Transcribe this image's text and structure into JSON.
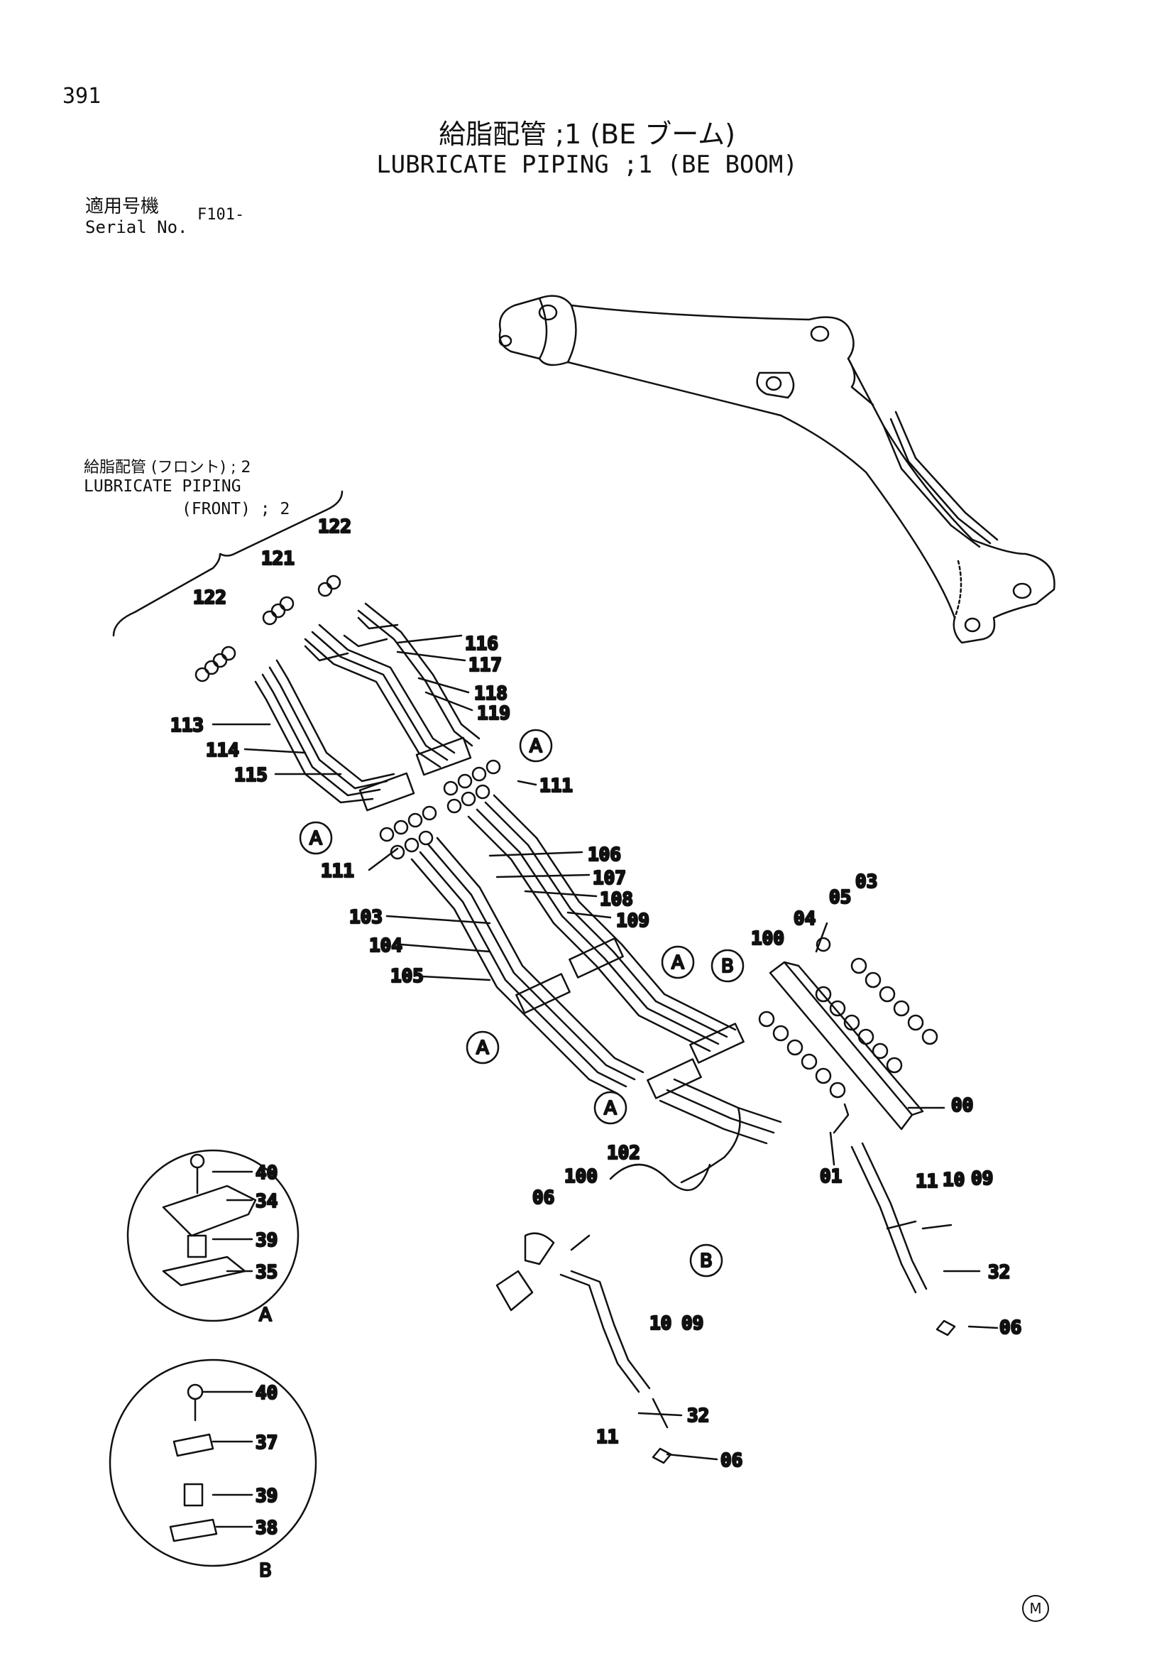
{
  "page": {
    "number": "391",
    "title_jp": "給脂配管 ;1 (BE ブーム)",
    "title_en": "LUBRICATE PIPING ;1 (BE BOOM)",
    "serial_label_jp": "適用号機",
    "serial_label_en": "Serial No.",
    "serial_value": "F101-",
    "front_ref_jp": "給脂配管 (フロント) ; 2",
    "front_ref_en_line1": "LUBRICATE PIPING",
    "front_ref_en_line2": "(FRONT) ; 2",
    "footer_mark": "M"
  },
  "diagram": {
    "part_labels": [
      {
        "id": "p122a",
        "text": "122"
      },
      {
        "id": "p121",
        "text": "121"
      },
      {
        "id": "p122b",
        "text": "122"
      },
      {
        "id": "p116",
        "text": "116"
      },
      {
        "id": "p117",
        "text": "117"
      },
      {
        "id": "p118",
        "text": "118"
      },
      {
        "id": "p119",
        "text": "119"
      },
      {
        "id": "p113",
        "text": "113"
      },
      {
        "id": "p114",
        "text": "114"
      },
      {
        "id": "p115",
        "text": "115"
      },
      {
        "id": "p111a",
        "text": "111"
      },
      {
        "id": "p111b",
        "text": "111"
      },
      {
        "id": "p106",
        "text": "106"
      },
      {
        "id": "p107",
        "text": "107"
      },
      {
        "id": "p108",
        "text": "108"
      },
      {
        "id": "p109",
        "text": "109"
      },
      {
        "id": "p103",
        "text": "103"
      },
      {
        "id": "p104",
        "text": "104"
      },
      {
        "id": "p105",
        "text": "105"
      },
      {
        "id": "p100a",
        "text": "100"
      },
      {
        "id": "p04",
        "text": "04"
      },
      {
        "id": "p05",
        "text": "05"
      },
      {
        "id": "p03",
        "text": "03"
      },
      {
        "id": "p00",
        "text": "00"
      },
      {
        "id": "p01",
        "text": "01"
      },
      {
        "id": "p11a",
        "text": "11"
      },
      {
        "id": "p10a",
        "text": "10"
      },
      {
        "id": "p09a",
        "text": "09"
      },
      {
        "id": "p32a",
        "text": "32"
      },
      {
        "id": "p06a",
        "text": "06"
      },
      {
        "id": "p102",
        "text": "102"
      },
      {
        "id": "p100b",
        "text": "100"
      },
      {
        "id": "p06b",
        "text": "06"
      },
      {
        "id": "p10b",
        "text": "10"
      },
      {
        "id": "p09b",
        "text": "09"
      },
      {
        "id": "p32b",
        "text": "32"
      },
      {
        "id": "p11b",
        "text": "11"
      },
      {
        "id": "p06c",
        "text": "06"
      },
      {
        "id": "p40a",
        "text": "40"
      },
      {
        "id": "p34",
        "text": "34"
      },
      {
        "id": "p39a",
        "text": "39"
      },
      {
        "id": "p35",
        "text": "35"
      },
      {
        "id": "p40b",
        "text": "40"
      },
      {
        "id": "p37",
        "text": "37"
      },
      {
        "id": "p39b",
        "text": "39"
      },
      {
        "id": "p38",
        "text": "38"
      }
    ],
    "callouts": [
      {
        "id": "cA1",
        "text": "A"
      },
      {
        "id": "cA2",
        "text": "A"
      },
      {
        "id": "cA3",
        "text": "A"
      },
      {
        "id": "cA4",
        "text": "A"
      },
      {
        "id": "cA5",
        "text": "A"
      },
      {
        "id": "cB1",
        "text": "B"
      },
      {
        "id": "cB2",
        "text": "B"
      }
    ],
    "detail_views": [
      {
        "id": "detailA",
        "label": "A"
      },
      {
        "id": "detailB",
        "label": "B"
      }
    ]
  }
}
